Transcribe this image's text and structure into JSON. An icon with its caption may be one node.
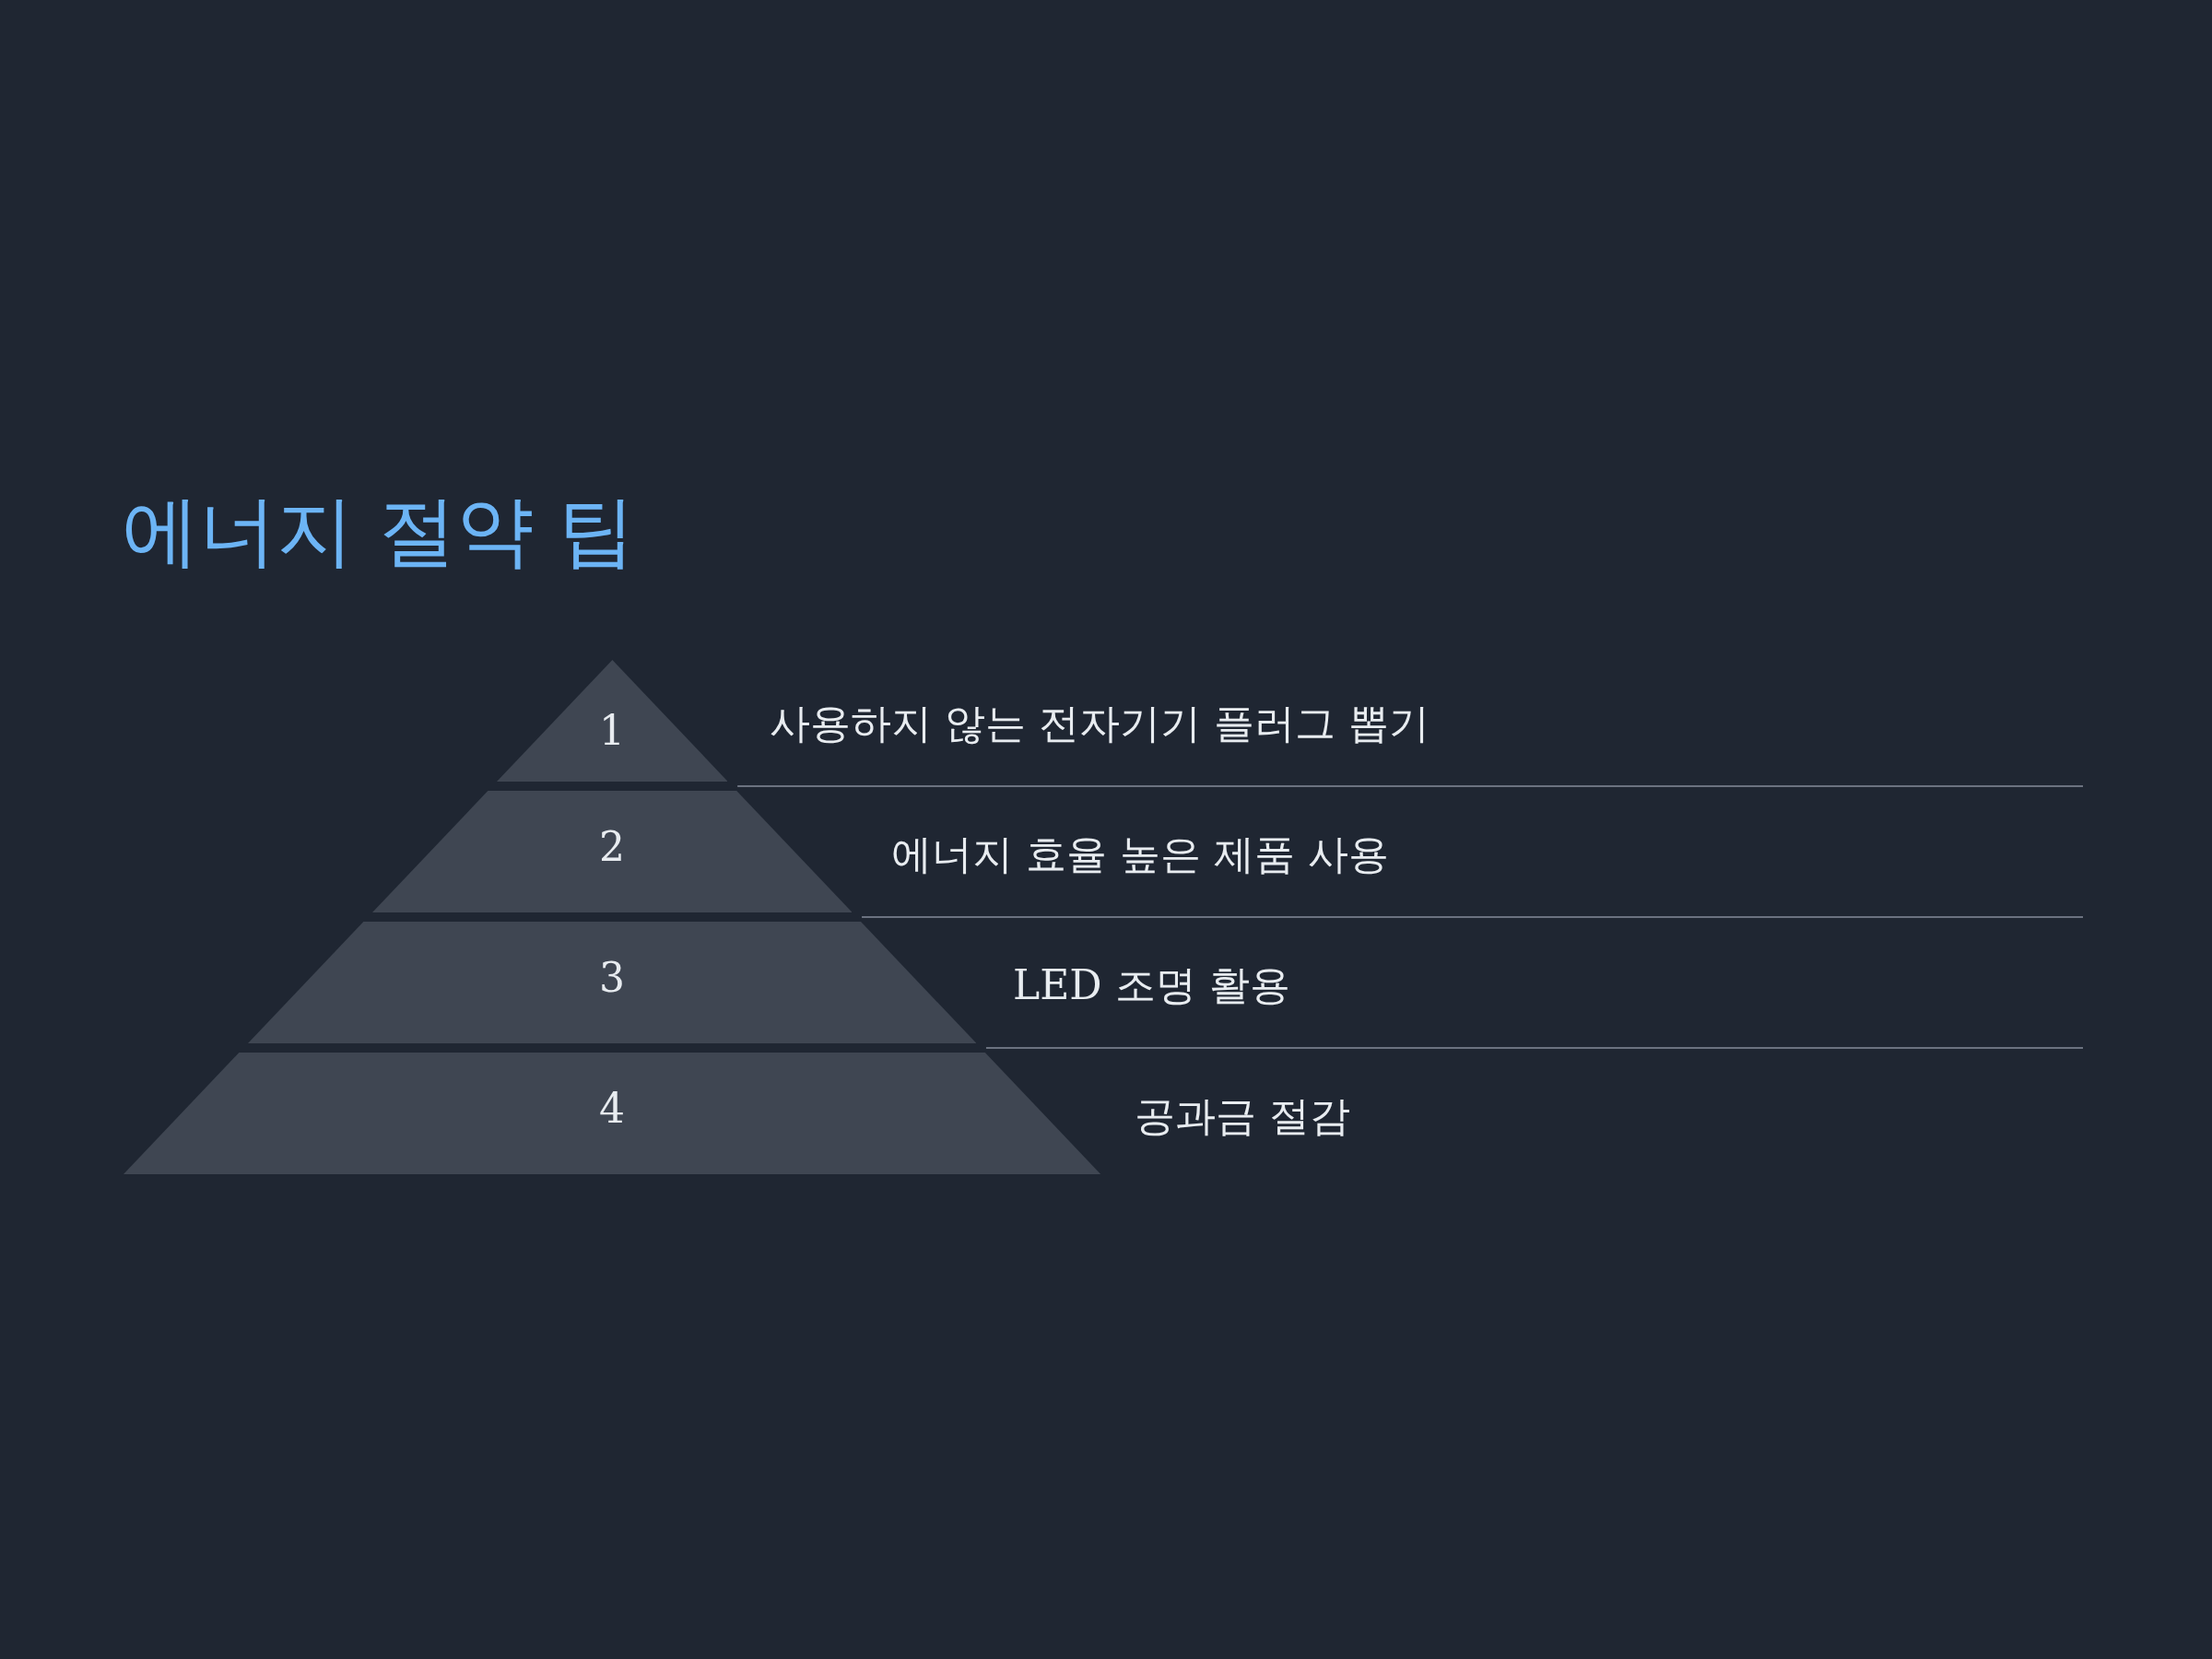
{
  "diagram": {
    "title": "에너지 절약 팁",
    "nodes": [
      {
        "text": [
          "1"
        ],
        "beside": [
          "사용하지 않는 전자기기 플러그 뽑기"
        ]
      },
      {
        "text": [
          "2"
        ],
        "beside": [
          "에너지 효율 높은 제품 사용"
        ]
      },
      {
        "text": [
          "3"
        ],
        "beside": [
          "LED 조명 활용"
        ]
      },
      {
        "text": [
          "4"
        ],
        "beside": [
          "공과금 절감"
        ]
      }
    ],
    "edges": []
  }
}
